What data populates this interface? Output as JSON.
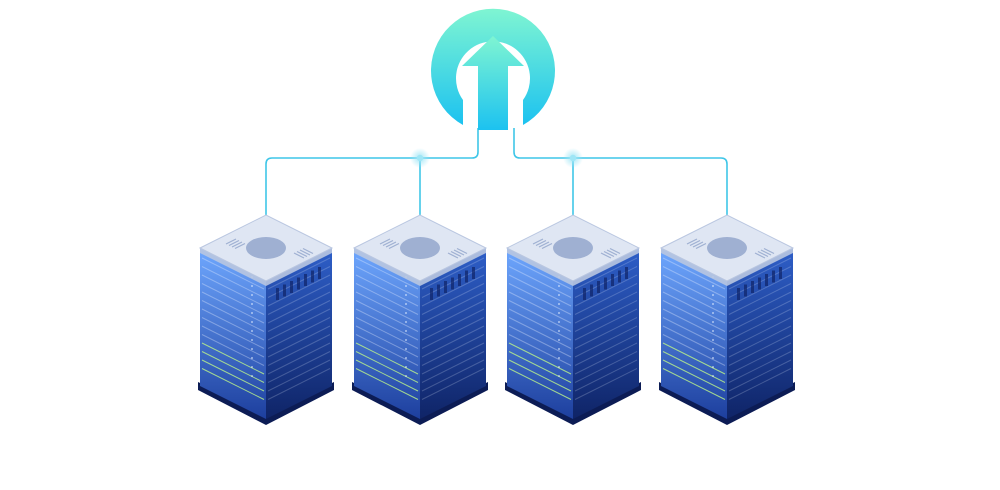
{
  "diagram": {
    "type": "upload-to-servers",
    "upload_node": {
      "icon": "upload-arrow-icon",
      "gradient_top": "#7ff5d2",
      "gradient_bottom": "#1cc2f0"
    },
    "connector_color": "#3fc6e8",
    "junction_glow_color": "#9fe6f6",
    "servers": [
      {
        "id": "server-1",
        "icon": "server-rack-icon"
      },
      {
        "id": "server-2",
        "icon": "server-rack-icon"
      },
      {
        "id": "server-3",
        "icon": "server-rack-icon"
      },
      {
        "id": "server-4",
        "icon": "server-rack-icon"
      }
    ],
    "server_palette": {
      "top_face": "#dfe6f3",
      "top_face_edge": "#b9c6e0",
      "top_fan": "#9fb0d2",
      "left_face_light": "#6fa8ff",
      "left_face_dark": "#1d3f9e",
      "right_face_light": "#2e5fc9",
      "right_face_dark": "#0f2467",
      "base": "#0c1c55",
      "accent_line": "#b8f08a",
      "slot_light": "#eaf2ff"
    }
  }
}
